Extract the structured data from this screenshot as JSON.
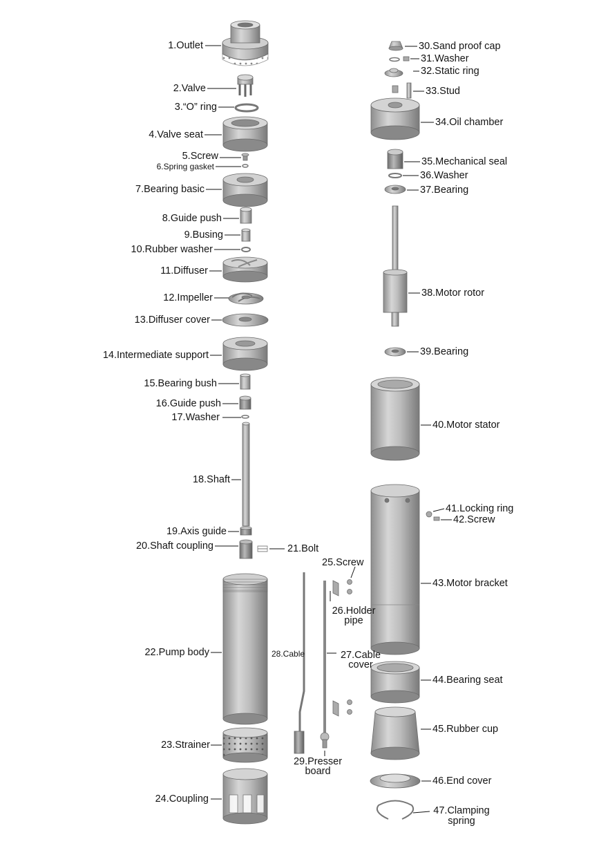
{
  "labels": {
    "p1": "1.Outlet",
    "p2": "2.Valve",
    "p3": "3.“O” ring",
    "p4": "4.Valve seat",
    "p5": "5.Screw",
    "p6": "6.Spring gasket",
    "p7": "7.Bearing basic",
    "p8": "8.Guide push",
    "p9": "9.Busing",
    "p10": "10.Rubber  washer",
    "p11": "11.Diffuser",
    "p12": "12.Impeller",
    "p13": "13.Diffuser cover",
    "p14": "14.Intermediate support",
    "p15": "15.Bearing bush",
    "p16": "16.Guide push",
    "p17": "17.Washer",
    "p18": "18.Shaft",
    "p19": "19.Axis guide",
    "p20": "20.Shaft coupling",
    "p21": "21.Bolt",
    "p22": "22.Pump body",
    "p23": "23.Strainer",
    "p24": "24.Coupling",
    "p25": "25.Screw",
    "p26a": "26.Holder",
    "p26b": "pipe",
    "p27a": "27.Cable",
    "p27b": "cover",
    "p28": "28.Cable",
    "p29a": "29.Presser",
    "p29b": "board",
    "p30": "30.Sand proof cap",
    "p31": "31.Washer",
    "p32": "32.Static ring",
    "p33": "33.Stud",
    "p34": "34.Oil chamber",
    "p35": "35.Mechanical seal",
    "p36": "36.Washer",
    "p37": "37.Bearing",
    "p38": "38.Motor rotor",
    "p39": "39.Bearing",
    "p40": "40.Motor stator",
    "p41": "41.Locking ring",
    "p42": "42.Screw",
    "p43": "43.Motor bracket",
    "p44": "44.Bearing seat",
    "p45": "45.Rubber cup",
    "p46": "46.End cover",
    "p47a": "47.Clamping",
    "p47b": "spring"
  }
}
